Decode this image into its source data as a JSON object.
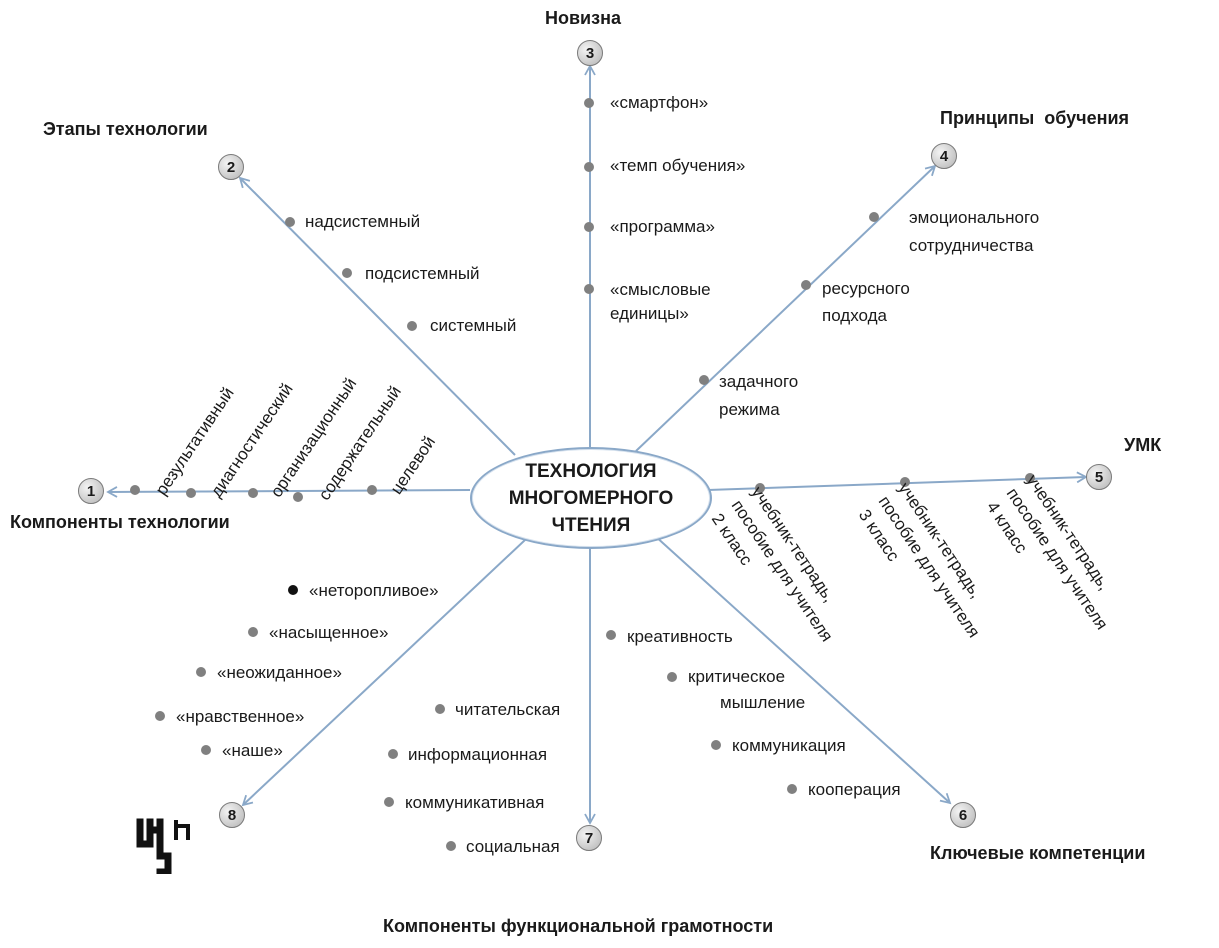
{
  "center": {
    "line1": "ТЕХНОЛОГИЯ",
    "line2": "МНОГОМЕРНОГО",
    "line3": "ЧТЕНИЯ"
  },
  "branches": [
    {
      "num": "1",
      "title": "Компоненты технологии",
      "items": [
        "результативный",
        "диагностический",
        "организационный",
        "содержательный",
        "целевой"
      ]
    },
    {
      "num": "2",
      "title": "Этапы технологии",
      "items": [
        "надсистемный",
        "подсистемный",
        "системный"
      ]
    },
    {
      "num": "3",
      "title": "Новизна",
      "items": [
        "«смартфон»",
        "«темп обучения»",
        "«программа»",
        "«смысловые",
        "единицы»"
      ]
    },
    {
      "num": "4",
      "title": "Принципы  обучения",
      "items": [
        "эмоционального",
        "сотрудничества",
        "ресурсного",
        "подхода",
        "задачного",
        "режима"
      ]
    },
    {
      "num": "5",
      "title": "УМК",
      "items": [
        "учебник-тетрадь,",
        "пособие для учителя",
        "2 класс",
        "учебник-тетрадь,",
        "пособие для учителя",
        "3 класс",
        "учебник-тетрадь,",
        "пособие для учителя",
        "4 класс"
      ]
    },
    {
      "num": "6",
      "title": "Ключевые компетенции",
      "items": [
        "креативность",
        "критическое",
        "мышление",
        "коммуникация",
        "кооперация"
      ]
    },
    {
      "num": "7",
      "title": "Компоненты функциональной грамотности",
      "items": [
        "читательская",
        "информационная",
        "коммуникативная",
        "социальная"
      ]
    },
    {
      "num": "8",
      "title": "",
      "items": [
        "«неторопливое»",
        "«насыщенное»",
        "«неожиданное»",
        "«нравственное»",
        "«наше»"
      ]
    }
  ],
  "colors": {
    "line": "#8aa8c8",
    "dot": "#808080",
    "dot_dark": "#111111",
    "text": "#1a1a1a"
  },
  "icons": {
    "logo": "ch-logo-icon"
  }
}
